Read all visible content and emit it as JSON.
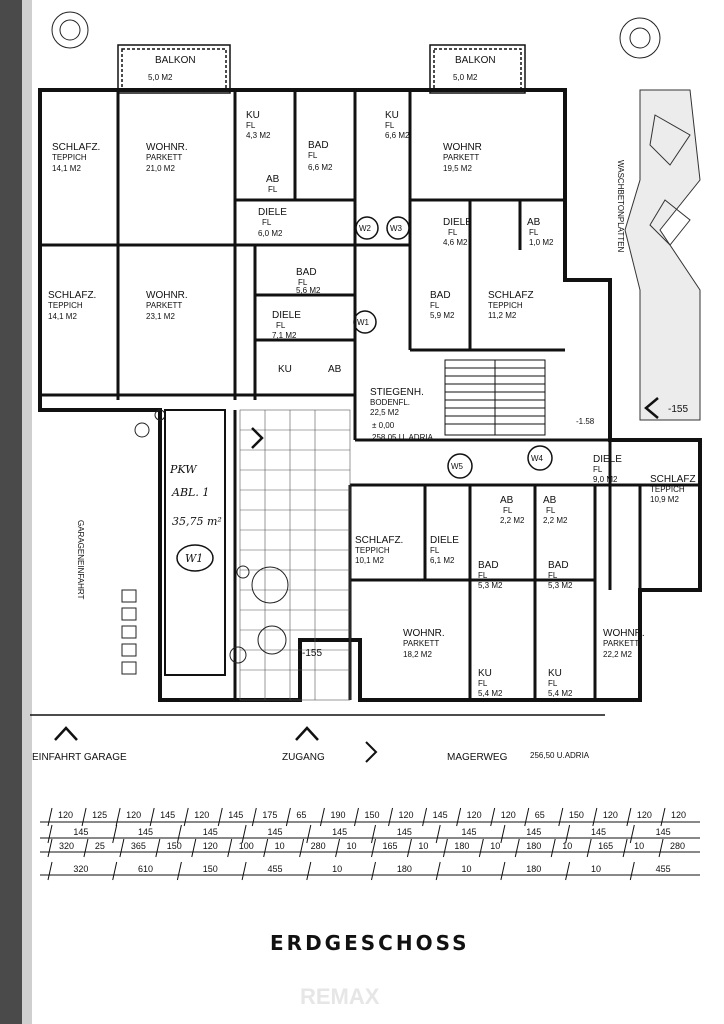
{
  "title": "ERDGESCHOSS",
  "watermark": "REMAX",
  "rooms": [
    {
      "id": "balkon-left",
      "name": "BALKON",
      "area": "5,0 M2"
    },
    {
      "id": "balkon-right",
      "name": "BALKON",
      "area": "5,0 M2"
    },
    {
      "id": "schlafz-1",
      "name": "SCHLAFZ.",
      "floor": "TEPPICH",
      "area": "14,1 M2"
    },
    {
      "id": "wohnr-1",
      "name": "WOHNR.",
      "floor": "PARKETT",
      "area": "21,0 M2"
    },
    {
      "id": "ku-1",
      "name": "KU",
      "floor": "FL",
      "area": "4,3 M2"
    },
    {
      "id": "bad-1",
      "name": "BAD",
      "floor": "FL",
      "area": "6,6 M2"
    },
    {
      "id": "ab-1",
      "name": "AB",
      "floor": "FL",
      "area": ""
    },
    {
      "id": "diele-1",
      "name": "DIELE",
      "floor": "FL",
      "area": "6,0 M2"
    },
    {
      "id": "ku-2",
      "name": "KU",
      "floor": "FL",
      "area": "6,6 M2"
    },
    {
      "id": "wohnr-2",
      "name": "WOHNR",
      "floor": "PARKETT",
      "area": "19,5 M2"
    },
    {
      "id": "diele-2",
      "name": "DIELE",
      "floor": "FL",
      "area": "4,6 M2"
    },
    {
      "id": "ab-2",
      "name": "AB",
      "floor": "FL",
      "area": "1,0 M2"
    },
    {
      "id": "schlafz-2",
      "name": "SCHLAFZ.",
      "floor": "TEPPICH",
      "area": "14,1 M2"
    },
    {
      "id": "wohnr-3",
      "name": "WOHNR.",
      "floor": "PARKETT",
      "area": "23,1 M2"
    },
    {
      "id": "bad-2",
      "name": "BAD",
      "floor": "FL",
      "area": "5,6 M2"
    },
    {
      "id": "diele-3",
      "name": "DIELE",
      "floor": "FL",
      "area": "7,1 M2"
    },
    {
      "id": "ku-3",
      "name": "KU",
      "floor": "",
      "area": ""
    },
    {
      "id": "ab-3",
      "name": "AB",
      "floor": "",
      "area": ""
    },
    {
      "id": "bad-3",
      "name": "BAD",
      "floor": "FL",
      "area": "5,9 M2"
    },
    {
      "id": "schlafz-3",
      "name": "SCHLAFZ",
      "floor": "TEPPICH",
      "area": "11,2 M2"
    },
    {
      "id": "stiegenh",
      "name": "STIEGENH.",
      "floor": "BODENFL.",
      "area": "22,5 M2"
    },
    {
      "id": "diele-4",
      "name": "DIELE",
      "floor": "FL",
      "area": "9,0 M2"
    },
    {
      "id": "schlafz-4",
      "name": "SCHLAFZ",
      "floor": "TEPPICH",
      "area": "10,9 M2"
    },
    {
      "id": "ab-4",
      "name": "AB",
      "floor": "FL",
      "area": "2,2 M2"
    },
    {
      "id": "ab-5",
      "name": "AB",
      "floor": "FL",
      "area": "2,2 M2"
    },
    {
      "id": "schlafz-5",
      "name": "SCHLAFZ.",
      "floor": "TEPPICH",
      "area": "10,1 M2"
    },
    {
      "id": "diele-5",
      "name": "DIELE",
      "floor": "FL",
      "area": "6,1 M2"
    },
    {
      "id": "bad-4",
      "name": "BAD",
      "floor": "FL",
      "area": "5,3 M2"
    },
    {
      "id": "bad-5",
      "name": "BAD",
      "floor": "FL",
      "area": "5,3 M2"
    },
    {
      "id": "wohnr-4",
      "name": "WOHNR.",
      "floor": "PARKETT",
      "area": "18,2 M2"
    },
    {
      "id": "wohnr-5",
      "name": "WOHNR.",
      "floor": "PARKETT",
      "area": "22,2 M2"
    },
    {
      "id": "ku-4",
      "name": "KU",
      "floor": "FL",
      "area": "5,4 M2"
    },
    {
      "id": "ku-5",
      "name": "KU",
      "floor": "FL",
      "area": "5,4 M2"
    }
  ],
  "level": {
    "zero": "± 0,00",
    "abs": "258.05 U. ADRIA"
  },
  "parking": {
    "line1": "PKW",
    "line2": "ABL. 1",
    "area": "35,75 m²",
    "unit": "W1"
  },
  "units": [
    "W1",
    "W2",
    "W3",
    "W4",
    "W5"
  ],
  "labels": {
    "einfahrt": "EINFAHRT GARAGE",
    "zugang": "ZUGANG",
    "magerweg": "MAGERWEG",
    "magerweg_ref": "256,50 U.ADRIA",
    "side_left": "GARAGENEINFAHRT",
    "side_right": "WASCHBETONPLATTEN",
    "height_155_a": "-155",
    "height_155_b": "-155",
    "height_158": "-1.58"
  },
  "dimensions": {
    "row1": [
      "120",
      "125",
      "120",
      "145",
      "120",
      "145",
      "175",
      "65",
      "190",
      "150",
      "120",
      "145",
      "120",
      "120",
      "65",
      "150",
      "120",
      "120",
      "120"
    ],
    "row2": [
      "145",
      "145",
      "145",
      "145",
      "145",
      "145",
      "145",
      "145",
      "145",
      "145"
    ],
    "row3": [
      "320",
      "25",
      "365",
      "150",
      "120",
      "100",
      "10",
      "280",
      "10",
      "165",
      "10",
      "180",
      "10",
      "180",
      "10",
      "165",
      "10",
      "280"
    ],
    "row4": [
      "320",
      "610",
      "150",
      "455",
      "10",
      "180",
      "10",
      "180",
      "10",
      "455"
    ]
  }
}
